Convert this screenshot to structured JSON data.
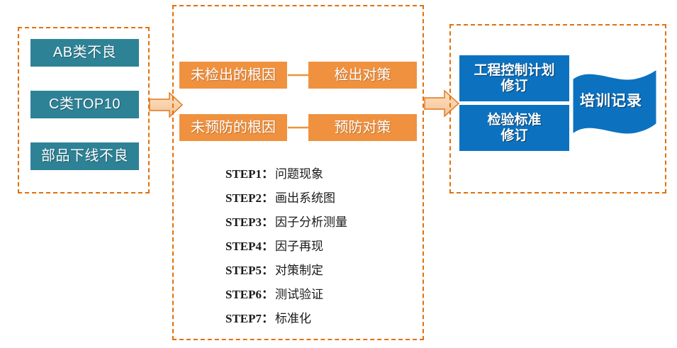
{
  "diagram": {
    "accent_dash_color": "#E2700B",
    "teal_color": "#2E8296",
    "orange_color": "#F0913F",
    "blue_color": "#0C72C0"
  },
  "left_group": {
    "name": "defect-sources",
    "items": [
      {
        "label": "AB类不良"
      },
      {
        "label": "C类TOP10"
      },
      {
        "label": "部品下线不良"
      }
    ]
  },
  "middle_group": {
    "name": "analysis-countermeasure",
    "rows": [
      {
        "cause": "未检出的根因",
        "countermeasure": "检出对策"
      },
      {
        "cause": "未预防的根因",
        "countermeasure": "预防对策"
      }
    ],
    "steps": [
      {
        "key": "STEP1：",
        "value": "问题现象"
      },
      {
        "key": "STEP2：",
        "value": "画出系统图"
      },
      {
        "key": "STEP3：",
        "value": "因子分析测量"
      },
      {
        "key": "STEP4：",
        "value": "因子再现"
      },
      {
        "key": "STEP5：",
        "value": "对策制定"
      },
      {
        "key": "STEP6：",
        "value": "测试验证"
      },
      {
        "key": "STEP7：",
        "value": "标准化"
      }
    ]
  },
  "right_group": {
    "name": "standardization-outputs",
    "boxes": [
      {
        "label": "工程控制计划\n修订"
      },
      {
        "label": "检验标准\n修订"
      }
    ],
    "banner": {
      "label": "培训记录"
    }
  },
  "connectors": {
    "left_to_middle": "block-arrow-right",
    "middle_to_right": "block-arrow-right",
    "row_arrows": [
      "thin-arrow-right",
      "thin-arrow-right"
    ]
  }
}
